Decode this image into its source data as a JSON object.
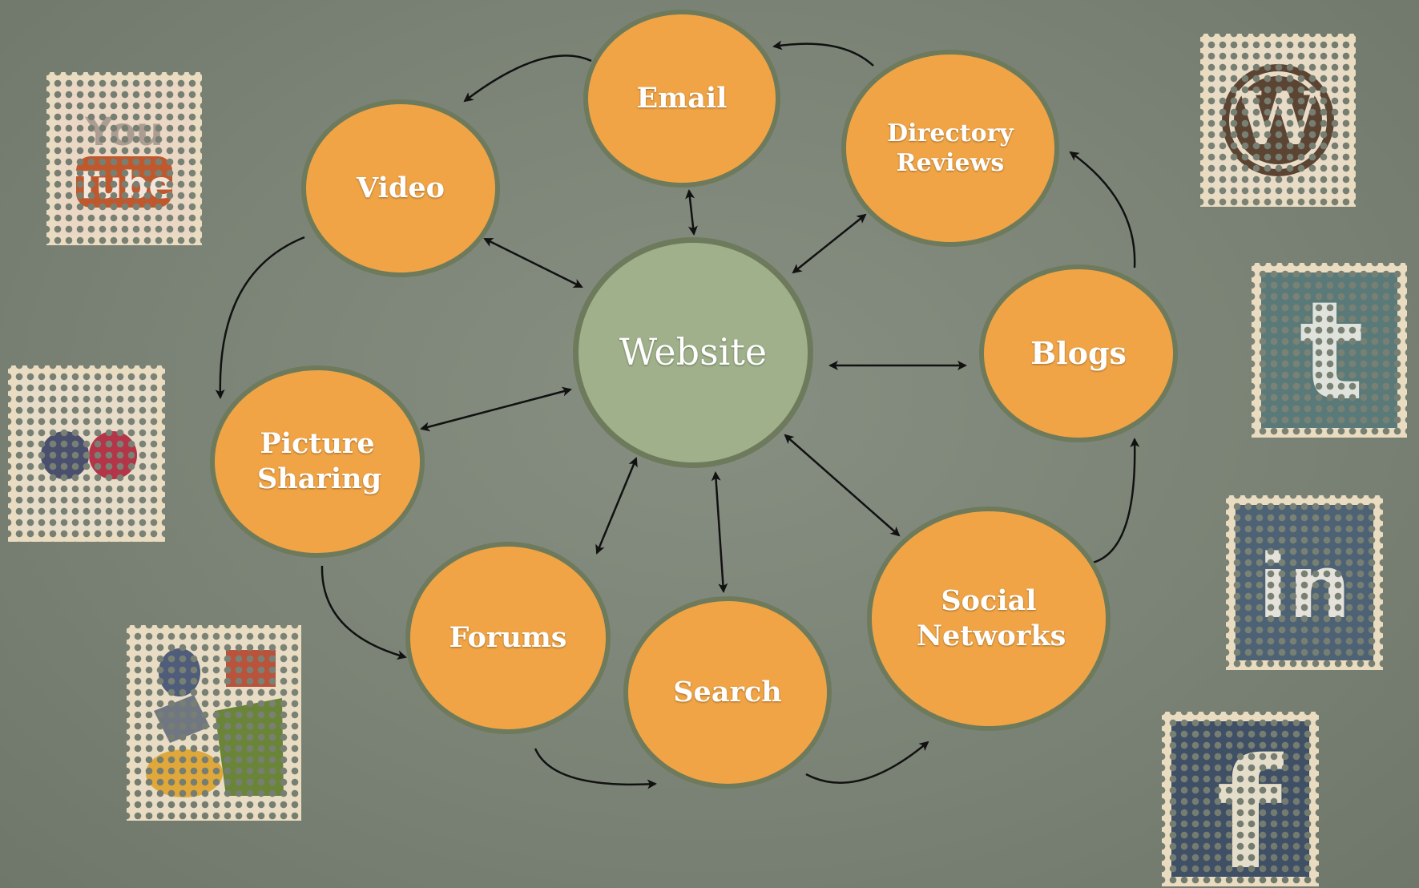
{
  "diagram": {
    "center": {
      "label": "Website"
    },
    "nodes": [
      {
        "id": "email",
        "label": "Email"
      },
      {
        "id": "directory",
        "label": "Directory Reviews"
      },
      {
        "id": "video",
        "label": "Video"
      },
      {
        "id": "blogs",
        "label": "Blogs"
      },
      {
        "id": "picture",
        "label": "Picture Sharing"
      },
      {
        "id": "forums",
        "label": "Forums"
      },
      {
        "id": "search",
        "label": "Search"
      },
      {
        "id": "social",
        "label": "Social Networks"
      }
    ]
  },
  "colors": {
    "background": "#7d8578",
    "node_fill": "#f0a445",
    "center_fill": "#9fb08a",
    "node_border": "#6e7a5c",
    "arrow": "#111111",
    "stamp_paper": "#e9dcc0"
  },
  "stamps": [
    {
      "name": "youtube-stamp",
      "icon": "youtube-icon",
      "text": "You Tube"
    },
    {
      "name": "flickr-stamp",
      "icon": "flickr-icon"
    },
    {
      "name": "google-stamp",
      "icon": "google-icon"
    },
    {
      "name": "wordpress-stamp",
      "icon": "wordpress-icon",
      "text": "W"
    },
    {
      "name": "twitter-stamp",
      "icon": "twitter-icon",
      "text": "t"
    },
    {
      "name": "linkedin-stamp",
      "icon": "linkedin-icon",
      "text": "in"
    },
    {
      "name": "facebook-stamp",
      "icon": "facebook-icon",
      "text": "f"
    }
  ]
}
